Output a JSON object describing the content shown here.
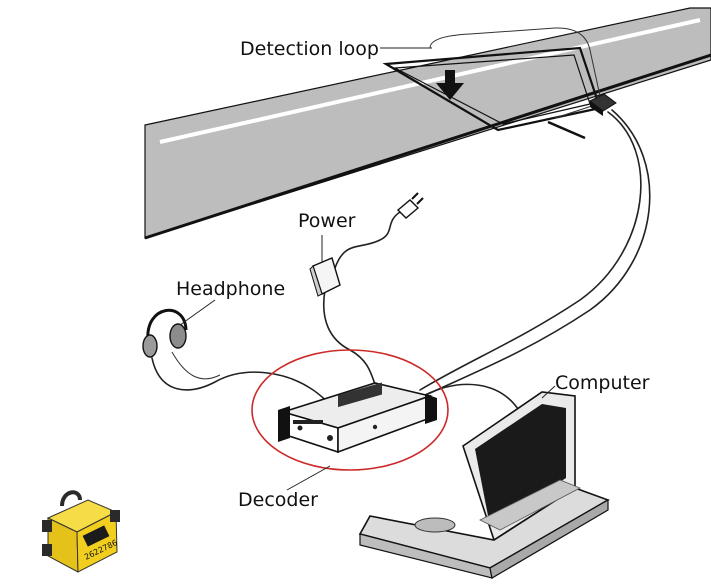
{
  "labels": {
    "detection_loop": "Detection loop",
    "power": "Power",
    "headphone": "Headphone",
    "computer": "Computer",
    "decoder": "Decoder"
  },
  "transponder": {
    "tag_text": "2622786"
  },
  "colors": {
    "road": "#bdbdbd",
    "road_edge": "#111111",
    "lane_line": "#ffffff",
    "highlight_ellipse": "#cc2a2a",
    "transponder_body": "#f2cf1f",
    "transponder_dark": "#2a2a2a"
  }
}
